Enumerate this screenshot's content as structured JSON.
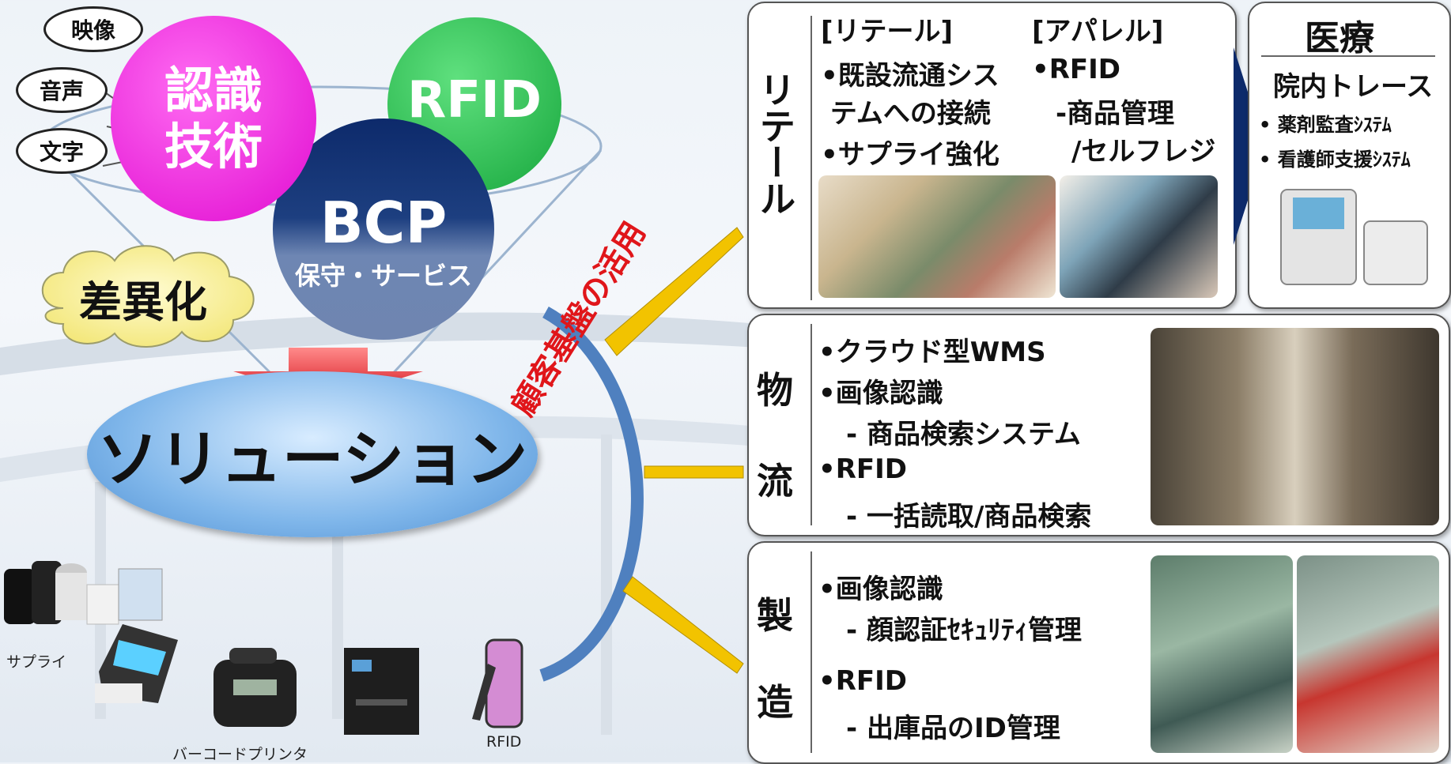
{
  "bubbles": {
    "eizou": "映像",
    "onsei": "音声",
    "moji": "文字"
  },
  "circles": {
    "ninshiki_line1": "認識",
    "ninshiki_line2": "技術",
    "rfid": "RFID",
    "bcp": "BCP",
    "bcp_sub": "保守・サービス"
  },
  "cloud": "差異化",
  "solution": "ソリューション",
  "arc_label": "顧客基盤の活用",
  "products": {
    "supply": "サプライ",
    "printer": "バーコードプリンタ",
    "rfid": "RFID"
  },
  "retail": {
    "label": "リテール",
    "col1_head": "[リテール]",
    "col1_b1": "•既設流通シス",
    "col1_b1b": " テムへの接続",
    "col1_b2": "•サプライ強化",
    "col2_head": "[アパレル]",
    "col2_b1": "•RFID",
    "col2_b2": "-商品管理",
    "col2_b3": "/セルフレジ"
  },
  "medical": {
    "title": "医療",
    "sub": "院内トレース",
    "b1": "• 薬剤監査ｼｽﾃﾑ",
    "b2": "• 看護師支援ｼｽﾃﾑ"
  },
  "logistics": {
    "label1": "物",
    "label2": "流",
    "l1": "•クラウド型WMS",
    "l2": "•画像認識",
    "l3": "- 商品検索システム",
    "l4": "•RFID",
    "l5": "- 一括読取/商品検索"
  },
  "manufacturing": {
    "label1": "製",
    "label2": "造",
    "l1": "•画像認識",
    "l2": "- 顔認証ｾｷｭﾘﾃｨ管理",
    "l3": "•RFID",
    "l4": "- 出庫品のID管理"
  },
  "colors": {
    "magenta": "#f20fe0",
    "green": "#1fbf4a",
    "navy": "#0d2a6b",
    "arrow_blue": "#4f80bf",
    "red": "#e0161a",
    "yellow": "#f2c300"
  }
}
